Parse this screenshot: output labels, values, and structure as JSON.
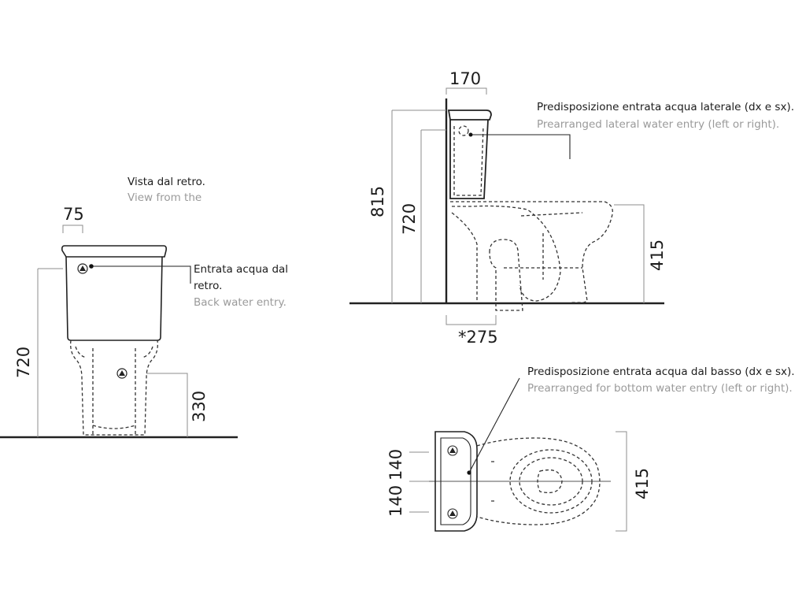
{
  "back_view": {
    "title_it": "Vista dal retro.",
    "title_en": "View from the",
    "water_label_it_line1": "Entrata acqua dal",
    "water_label_it_line2": "retro.",
    "water_label_en": "Back water entry.",
    "dim_width": "75",
    "dim_height": "720",
    "dim_inlet": "330"
  },
  "side_view": {
    "label_it": "Predisposizione entrata acqua laterale (dx e sx).",
    "label_en": "Prearranged lateral water entry (left or right).",
    "dim_tank_depth": "170",
    "dim_total_height": "815",
    "dim_tank_height": "720",
    "dim_bowl_height": "415",
    "dim_outlet": "*275"
  },
  "top_view": {
    "label_it": "Predisposizione entrata acqua dal basso (dx e sx).",
    "label_en": "Prearranged for bottom water entry (left or right).",
    "dim_upper": "140",
    "dim_lower": "140",
    "dim_length": "415"
  }
}
